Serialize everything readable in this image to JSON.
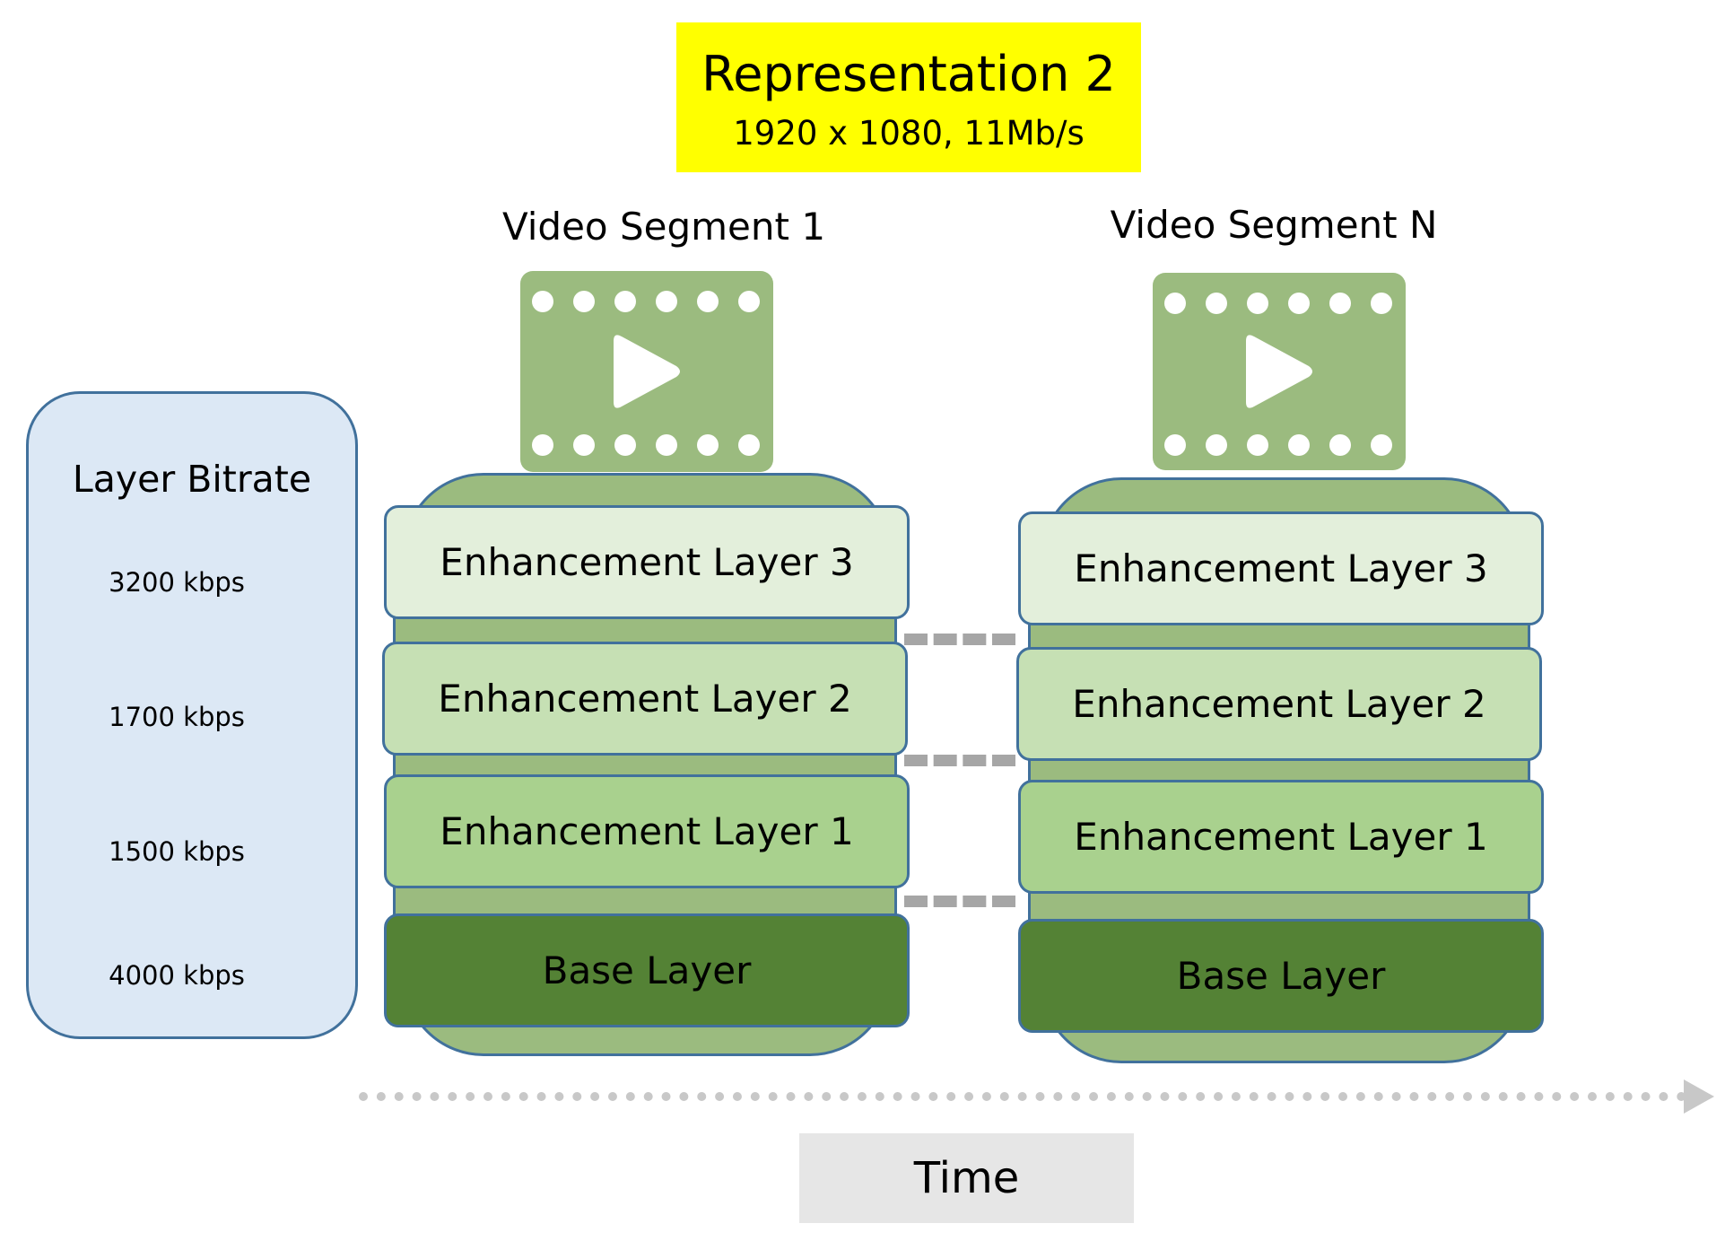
{
  "title": {
    "main": "Representation 2",
    "sub": "1920 x 1080, 11Mb/s"
  },
  "bitrate_panel": {
    "title": "Layer Bitrate",
    "values": [
      "3200 kbps",
      "1700 kbps",
      "1500 kbps",
      "4000 kbps"
    ]
  },
  "segments": [
    {
      "heading": "Video Segment 1",
      "icon": "video-film-play-icon",
      "layers": [
        "Enhancement Layer 3",
        "Enhancement Layer 2",
        "Enhancement Layer 1",
        "Base Layer"
      ]
    },
    {
      "heading": "Video Segment N",
      "icon": "video-film-play-icon",
      "layers": [
        "Enhancement Layer 3",
        "Enhancement Layer 2",
        "Enhancement Layer 1",
        "Base Layer"
      ]
    }
  ],
  "time_label": "Time",
  "colors": {
    "title_bg": "#ffff00",
    "panel_bg": "#dce8f5",
    "border": "#41719c",
    "stack_bg": "#9bbb7f",
    "enhancement_3": "#e3efdb",
    "enhancement_2": "#c6e0b4",
    "enhancement_1": "#a9d18e",
    "base": "#548235",
    "connector": "#a6a6a6",
    "time_box": "#e6e6e6"
  }
}
